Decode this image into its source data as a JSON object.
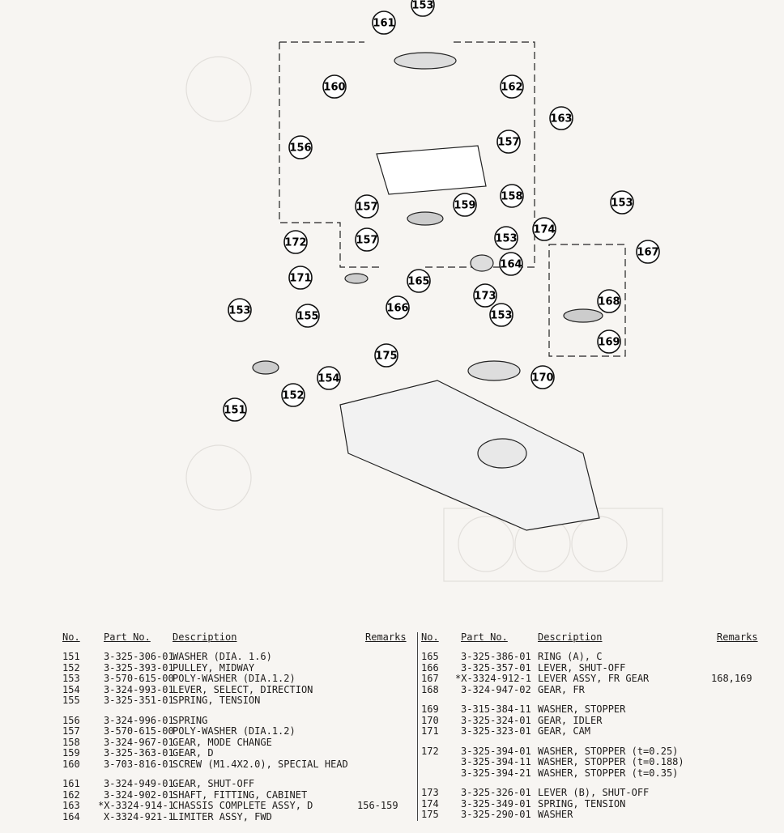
{
  "diagram": {
    "callouts": [
      "153",
      "161",
      "160",
      "162",
      "163",
      "156",
      "157",
      "158",
      "157",
      "159",
      "153",
      "157",
      "153",
      "174",
      "167",
      "172",
      "164",
      "171",
      "165",
      "173",
      "166",
      "168",
      "153",
      "155",
      "153",
      "169",
      "175",
      "154",
      "170",
      "152",
      "151"
    ]
  },
  "table": {
    "headers": {
      "no": "No.",
      "part_no": "Part No.",
      "description": "Description",
      "remarks": "Remarks"
    },
    "left": [
      [
        {
          "no": "151",
          "part": "3-325-306-01",
          "desc": "WASHER (DIA. 1.6)",
          "rem": ""
        },
        {
          "no": "152",
          "part": "3-325-393-01",
          "desc": "PULLEY, MIDWAY",
          "rem": ""
        },
        {
          "no": "153",
          "part": "3-570-615-00",
          "desc": "POLY-WASHER (DIA.1.2)",
          "rem": ""
        },
        {
          "no": "154",
          "part": "3-324-993-01",
          "desc": "LEVER, SELECT, DIRECTION",
          "rem": ""
        },
        {
          "no": "155",
          "part": "3-325-351-01",
          "desc": "SPRING, TENSION",
          "rem": ""
        }
      ],
      [
        {
          "no": "156",
          "part": "3-324-996-01",
          "desc": "SPRING",
          "rem": ""
        },
        {
          "no": "157",
          "part": "3-570-615-00",
          "desc": "POLY-WASHER (DIA.1.2)",
          "rem": ""
        },
        {
          "no": "158",
          "part": "3-324-967-01",
          "desc": "GEAR, MODE CHANGE",
          "rem": ""
        },
        {
          "no": "159",
          "part": "3-325-363-01",
          "desc": "GEAR, D",
          "rem": ""
        },
        {
          "no": "160",
          "part": "3-703-816-01",
          "desc": "SCREW (M1.4X2.0), SPECIAL HEAD",
          "rem": ""
        }
      ],
      [
        {
          "no": "161",
          "part": "3-324-949-01",
          "desc": "GEAR, SHUT-OFF",
          "rem": ""
        },
        {
          "no": "162",
          "part": "3-324-902-01",
          "desc": "SHAFT, FITTING, CABINET",
          "rem": ""
        },
        {
          "no": "163",
          "part": "*X-3324-914-1",
          "desc": "CHASSIS COMPLETE ASSY, D",
          "rem": "156-159"
        },
        {
          "no": "164",
          "part": "X-3324-921-1",
          "desc": "LIMITER ASSY, FWD",
          "rem": ""
        }
      ]
    ],
    "right": [
      [
        {
          "no": "165",
          "part": "3-325-386-01",
          "desc": "RING (A), C",
          "rem": ""
        },
        {
          "no": "166",
          "part": "3-325-357-01",
          "desc": "LEVER, SHUT-OFF",
          "rem": ""
        },
        {
          "no": "167",
          "part": "*X-3324-912-1",
          "desc": "LEVER ASSY, FR GEAR",
          "rem": "168,169"
        },
        {
          "no": "168",
          "part": "3-324-947-02",
          "desc": "GEAR, FR",
          "rem": ""
        }
      ],
      [
        {
          "no": "169",
          "part": "3-315-384-11",
          "desc": "WASHER, STOPPER",
          "rem": ""
        },
        {
          "no": "170",
          "part": "3-325-324-01",
          "desc": "GEAR, IDLER",
          "rem": ""
        },
        {
          "no": "171",
          "part": "3-325-323-01",
          "desc": "GEAR, CAM",
          "rem": ""
        }
      ],
      [
        {
          "no": "172",
          "part": "3-325-394-01",
          "desc": "WASHER, STOPPER (t=0.25)",
          "rem": ""
        },
        {
          "no": "",
          "part": "3-325-394-11",
          "desc": "WASHER, STOPPER (t=0.188)",
          "rem": ""
        },
        {
          "no": "",
          "part": "3-325-394-21",
          "desc": "WASHER, STOPPER (t=0.35)",
          "rem": ""
        }
      ],
      [
        {
          "no": "173",
          "part": "3-325-326-01",
          "desc": "LEVER (B), SHUT-OFF",
          "rem": ""
        },
        {
          "no": "174",
          "part": "3-325-349-01",
          "desc": "SPRING, TENSION",
          "rem": ""
        },
        {
          "no": "175",
          "part": "3-325-290-01",
          "desc": "WASHER",
          "rem": ""
        }
      ]
    ]
  }
}
